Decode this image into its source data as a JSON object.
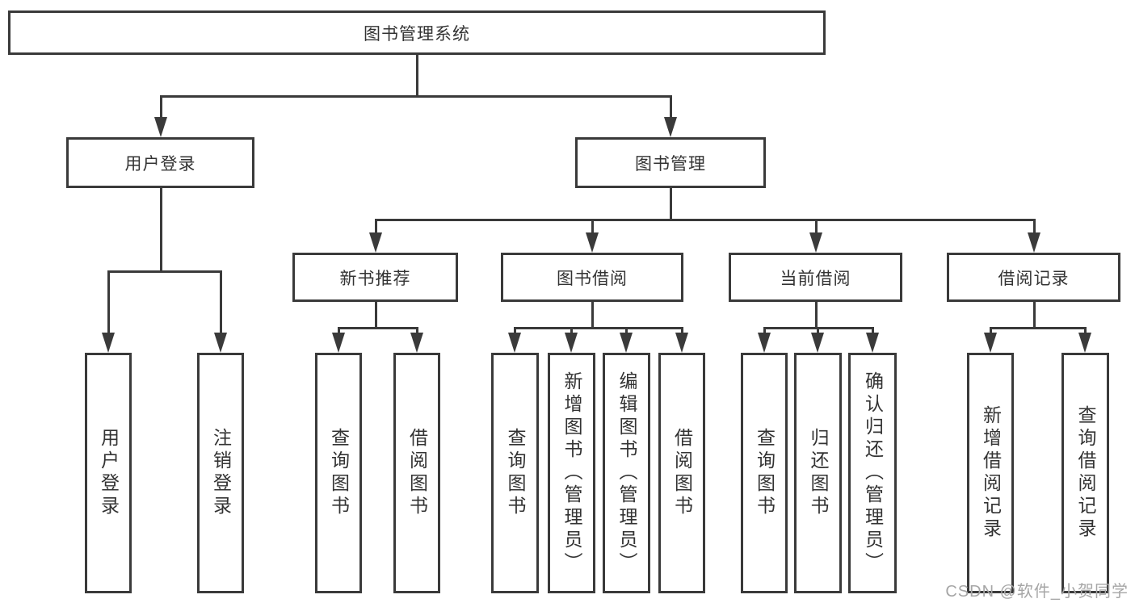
{
  "tree": {
    "label": "图书管理系统",
    "children": [
      {
        "label": "用户登录",
        "children": [
          {
            "label": "用户登录"
          },
          {
            "label": "注销登录"
          }
        ]
      },
      {
        "label": "图书管理",
        "children": [
          {
            "label": "新书推荐",
            "children": [
              {
                "label": "查询图书"
              },
              {
                "label": "借阅图书"
              }
            ]
          },
          {
            "label": "图书借阅",
            "children": [
              {
                "label": "查询图书"
              },
              {
                "label": "新增图书（管理员）"
              },
              {
                "label": "编辑图书（管理员）"
              },
              {
                "label": "借阅图书"
              }
            ]
          },
          {
            "label": "当前借阅",
            "children": [
              {
                "label": "查询图书"
              },
              {
                "label": "归还图书"
              },
              {
                "label": "确认归还（管理员）"
              }
            ]
          },
          {
            "label": "借阅记录",
            "children": [
              {
                "label": "新增借阅记录"
              },
              {
                "label": "查询借阅记录"
              }
            ]
          }
        ]
      }
    ]
  },
  "watermark": {
    "text": "CSDN @软件_小贺同学"
  },
  "colors": {
    "line": "#3a3a3a",
    "text": "#333333",
    "background": "#ffffff",
    "watermark": "#a6a6a6"
  }
}
